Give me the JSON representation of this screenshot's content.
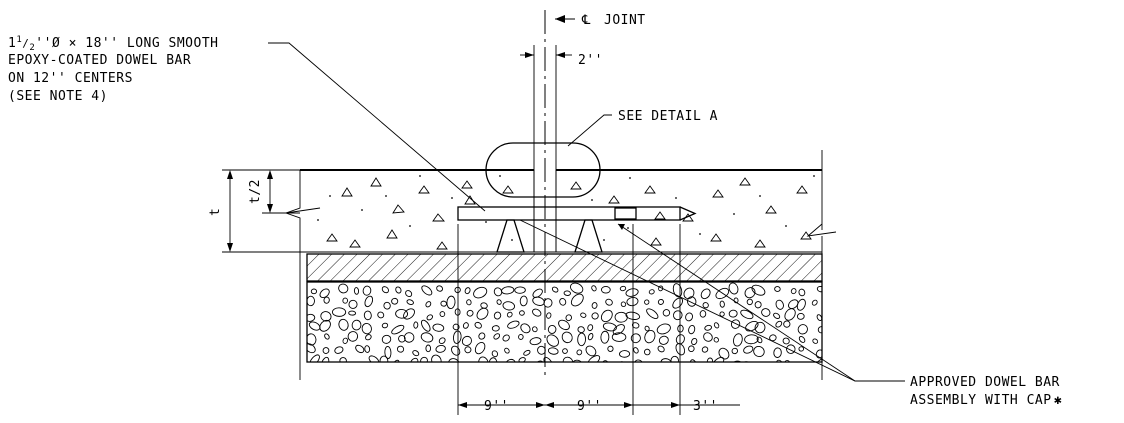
{
  "labels": {
    "joint": "JOINT",
    "centerline_symbol": "℄",
    "gap": "2''",
    "see_detail": "SEE DETAIL A",
    "dowel_line1_prefix": "1",
    "dowel_line1_frac_num": "1",
    "dowel_line1_frac_den": "2",
    "dowel_line1_rest": "''Ø × 18'' LONG SMOOTH",
    "dowel_line2": "EPOXY-COATED DOWEL BAR",
    "dowel_line3": "ON 12'' CENTERS",
    "dowel_line4": "(SEE NOTE 4)",
    "thickness": "t",
    "half_thickness": "t/2",
    "assembly_line1": "APPROVED DOWEL BAR",
    "assembly_line2": "ASSEMBLY WITH CAP",
    "asterisk": "✱",
    "dim_left": "9''",
    "dim_mid": "9''",
    "dim_right": "3''"
  }
}
